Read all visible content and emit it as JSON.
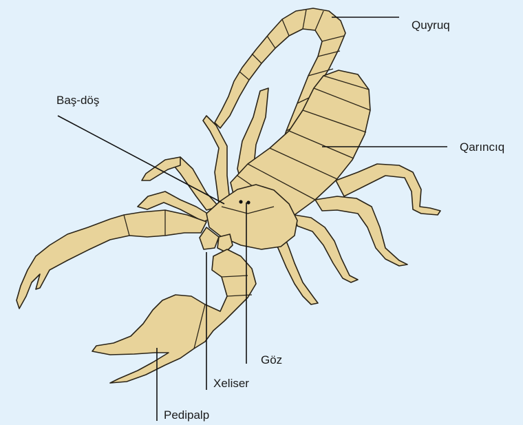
{
  "labels": {
    "tail": "Quyruq",
    "cephalothorax": "Baş-döş",
    "abdomen": "Qarıncıq",
    "eye": "Göz",
    "chelicera": "Xeliser",
    "pedipalp": "Pedipalp"
  },
  "colors": {
    "background": "#e3f1fb",
    "body": "#e8d39a",
    "outline": "#2a2418"
  }
}
